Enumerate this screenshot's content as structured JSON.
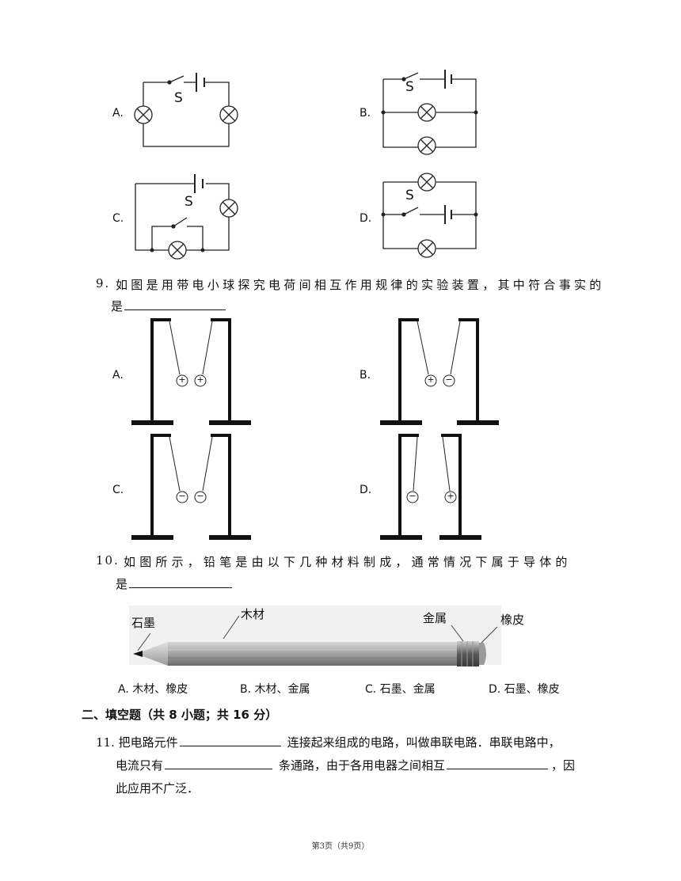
{
  "q8": {
    "options": [
      "A.",
      "B.",
      "C.",
      "D."
    ],
    "switch_label": "S"
  },
  "q9": {
    "number": "9.",
    "text": "如图是用带电小球探究电荷间相互作用规律的实验装置，其中符合事实的",
    "text2": "是",
    "options": [
      "A.",
      "B.",
      "C.",
      "D."
    ],
    "charges": {
      "A": [
        "+",
        "+"
      ],
      "B": [
        "+",
        "−"
      ],
      "C": [
        "−",
        "−"
      ],
      "D": [
        "−",
        "+"
      ]
    }
  },
  "q10": {
    "number": "10.",
    "text": "如图所示，铅笔是由以下几种材料制成，通常情况下属于导体的",
    "text2": "是",
    "labels": [
      "石墨",
      "木材",
      "金属",
      "橡皮"
    ],
    "choices": [
      "A. 木材、橡皮",
      "B. 木材、金属",
      "C. 石墨、金属",
      "D. 石墨、橡皮"
    ]
  },
  "section2": {
    "title": "二、填空题（共 8 小题；共 16 分）"
  },
  "q11": {
    "p1": "11.  把电路元件",
    "p2": "连接起来组成的电路，叫做串联电路．串联电路中，",
    "p3": "电流只有",
    "p4": "条通路，由于各用电器之间相互",
    "p5": "，因",
    "p6": "此应用不广泛．"
  },
  "footer": "第3页（共9页）"
}
